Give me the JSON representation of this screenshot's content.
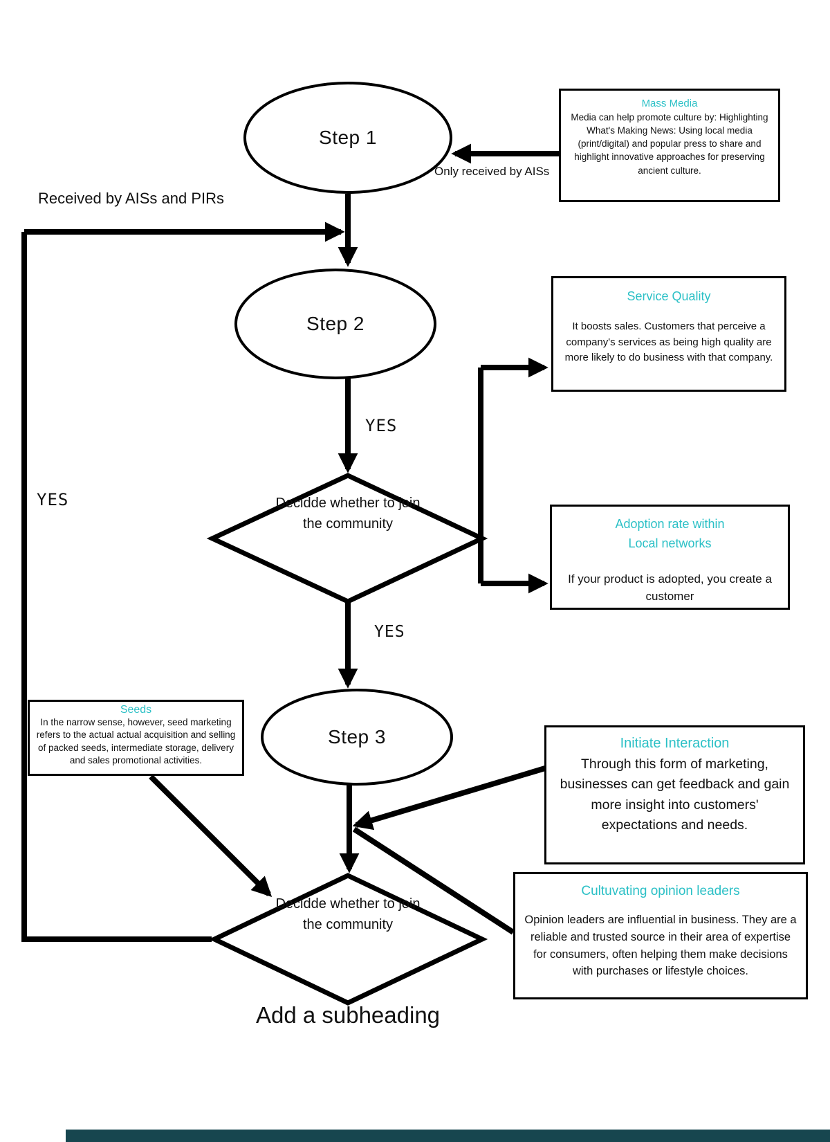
{
  "flowchart": {
    "nodes": {
      "step1": "Step 1",
      "step2": "Step 2",
      "step3": "Step 3",
      "decision1": "Decidde whether to join\nthe community",
      "decision2": "Decidde whether to join\nthe community"
    },
    "edge_labels": {
      "only_received": "Only received by AISs",
      "received_all": "Received by AISs and PIRs",
      "yes_step2": "YES",
      "yes_left": "YES",
      "yes_step3": "YES"
    },
    "info_boxes": {
      "mass_media": {
        "title": "Mass Media",
        "body": "Media can help promote culture by: Highlighting What's Making News: Using local media (print/digital) and popular press to share and highlight innovative approaches for preserving ancient culture."
      },
      "service_quality": {
        "title": "Service Quality",
        "body": "It boosts sales. Customers that perceive a company's services as being high quality are more likely to do business with that company."
      },
      "adoption": {
        "title": "Adoption rate within\nLocal networks",
        "body": "If your product is adopted, you create a customer"
      },
      "seeds": {
        "title": "Seeds",
        "body": "In the narrow sense, however, seed marketing refers to the actual actual acquisition and selling of packed seeds, intermediate storage, delivery and sales promotional activities."
      },
      "initiate": {
        "title": "Initiate Interaction",
        "body": "Through this form of marketing, businesses can get feedback and gain more insight into customers' expectations and needs."
      },
      "opinion_leaders": {
        "title": "Cultuvating opinion leaders",
        "body": "Opinion leaders are influential in business. They are a reliable and trusted source in their area of expertise for consumers, often helping them make decisions with purchases or lifestyle choices."
      }
    },
    "subheading": "Add a subheading",
    "colors": {
      "accent": "#2bc0c6",
      "footer_bar": "#17464f",
      "line": "#000000"
    }
  }
}
